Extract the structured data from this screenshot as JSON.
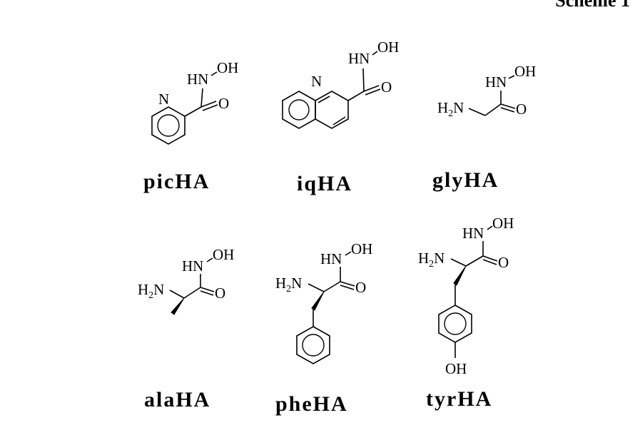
{
  "header_fragment": "Scheme 1",
  "compounds": [
    {
      "name": "picHA"
    },
    {
      "name": "iqHA"
    },
    {
      "name": "glyHA"
    },
    {
      "name": "alaHA"
    },
    {
      "name": "pheHA"
    },
    {
      "name": "tyrHA"
    }
  ],
  "atoms": {
    "nitrogen": "N",
    "hn": "HN",
    "oh": "OH",
    "oxygen": "O",
    "h2n_h": "H",
    "h2n_sub": "2",
    "h2n_n": "N"
  }
}
